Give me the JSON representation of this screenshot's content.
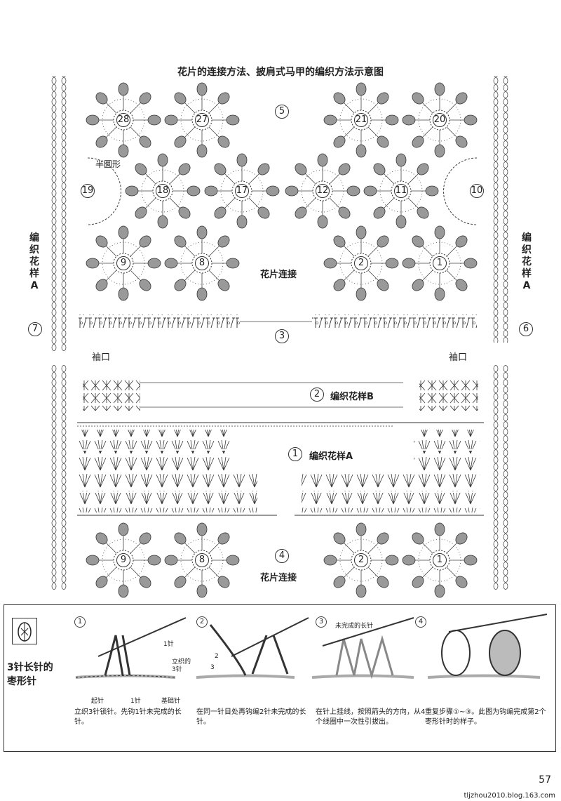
{
  "title": "花片的连接方法、披肩式马甲的编织方法示意图",
  "side_label": "编\n织\n花\n样\nA",
  "side_label_text": "编织花样A",
  "circled": {
    "five": "5",
    "three": "3",
    "seven": "7",
    "six": "6",
    "two": "2",
    "one": "1",
    "four": "4"
  },
  "labels": {
    "half_circle": "半圆形",
    "motif_join_top": "花片连接",
    "motif_join_bottom": "花片连接",
    "cuff_left": "袖口",
    "cuff_right": "袖口",
    "pattern_b": "编织花样B",
    "pattern_a": "编织花样A"
  },
  "motifs_top_row": [
    "28",
    "27",
    "21",
    "20"
  ],
  "motifs_mid_row": [
    "19",
    "18",
    "17",
    "12",
    "11",
    "10"
  ],
  "motifs_low_row": [
    "9",
    "8",
    "2",
    "1"
  ],
  "motifs_bottom_row": [
    "9",
    "8",
    "2",
    "1"
  ],
  "instruction": {
    "heading": "3针长针的\n枣形针",
    "steps": [
      {
        "num": "1",
        "text": "立织3针锁针。先钩1针未完成的长针。"
      },
      {
        "num": "2",
        "text": "在同一针目处再钩编2针未完成的长针。"
      },
      {
        "num": "3",
        "text": "在针上挂线，按照箭头的方向，从4个线圈中一次性引拔出。"
      },
      {
        "num": "4",
        "text": "重复步骤①~③。此图为钩编完成第2个枣形针时的样子。"
      }
    ],
    "step1_labels": {
      "one_st": "1针",
      "three_st": "立织的\n3针",
      "start": "起针",
      "one_st_b": "1针",
      "base": "基础针"
    },
    "step2_labels": {
      "a": "2",
      "b": "3"
    },
    "step3_labels": {
      "unfinished": "未完成的长针"
    }
  },
  "page_number": "57",
  "url": "tljzhou2010.blog.163.com"
}
